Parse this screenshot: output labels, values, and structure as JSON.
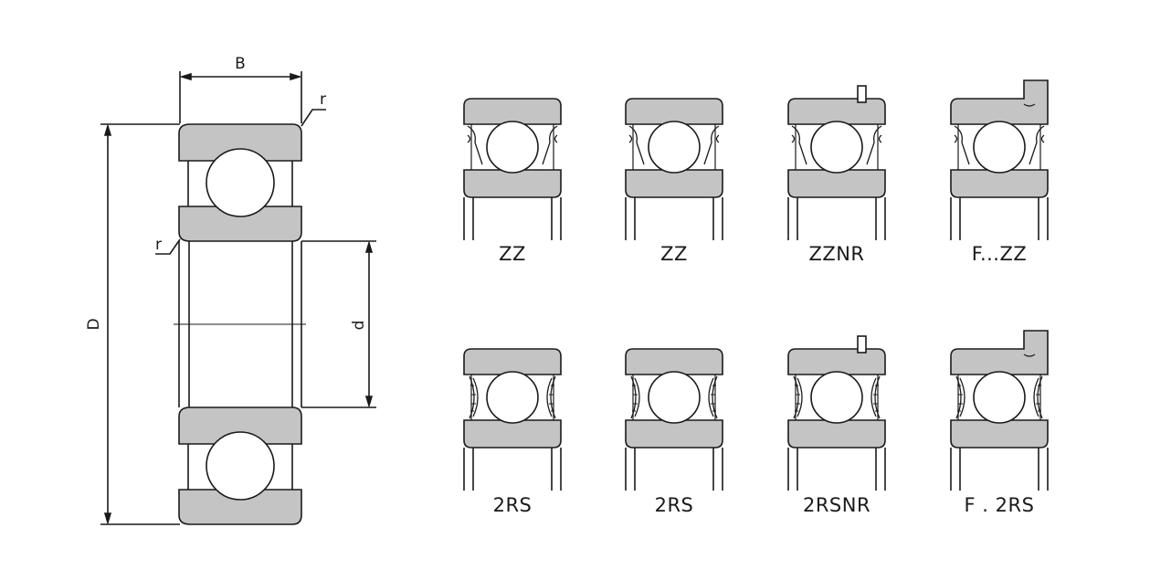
{
  "dimensions": {
    "width_label": "B",
    "outer_diameter_label": "D",
    "bore_diameter_label": "d",
    "radius_top_label": "r",
    "radius_bottom_label": "r"
  },
  "variants": [
    {
      "label": "ZZ",
      "seal": "shield",
      "snap_ring": false,
      "flange": false
    },
    {
      "label": "ZZ",
      "seal": "shield",
      "snap_ring": false,
      "flange": false
    },
    {
      "label": "ZZNR",
      "seal": "shield",
      "snap_ring": true,
      "flange": false
    },
    {
      "label": "F...ZZ",
      "seal": "shield",
      "snap_ring": false,
      "flange": true
    },
    {
      "label": "2RS",
      "seal": "rubber",
      "snap_ring": false,
      "flange": false
    },
    {
      "label": "2RS",
      "seal": "rubber",
      "snap_ring": false,
      "flange": false
    },
    {
      "label": "2RSNR",
      "seal": "rubber",
      "snap_ring": true,
      "flange": false
    },
    {
      "label": "F . 2RS",
      "seal": "rubber",
      "snap_ring": false,
      "flange": true
    }
  ],
  "colors": {
    "ring_fill": "#c4c4c4",
    "stroke": "#1a1a1a",
    "background": "#ffffff"
  }
}
